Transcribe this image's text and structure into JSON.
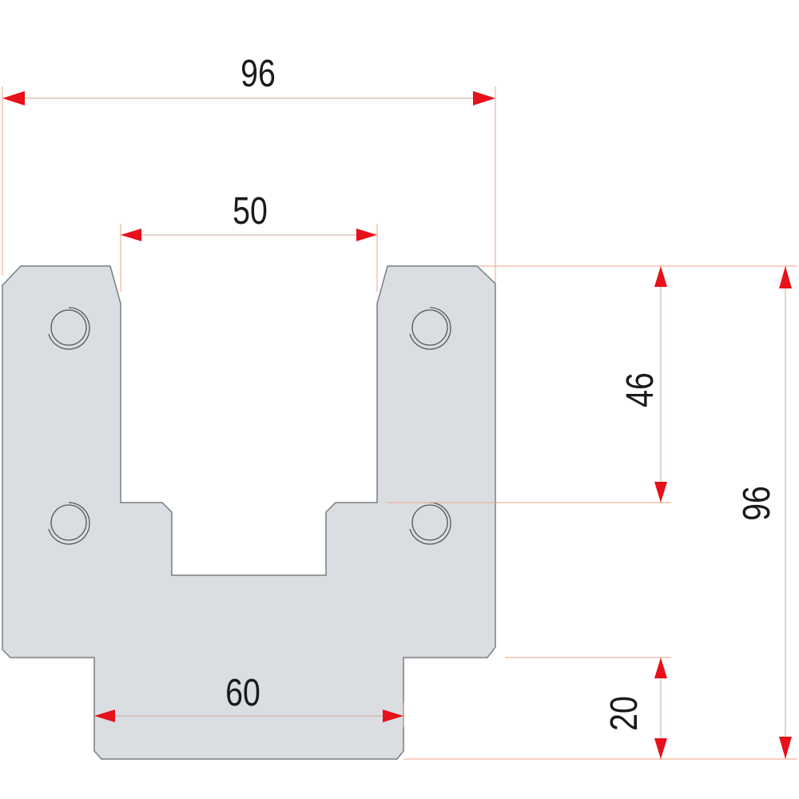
{
  "diagram": {
    "colors": {
      "part_fill": "#dadee2",
      "outline": "#7a7d80",
      "arrow": "#e8101a",
      "extension": "#f0a080"
    },
    "dimensions": {
      "overall_width": "96",
      "slot_width": "50",
      "slot_depth": "46",
      "overall_height": "96",
      "tongue_width": "60",
      "tongue_height": "20"
    }
  }
}
